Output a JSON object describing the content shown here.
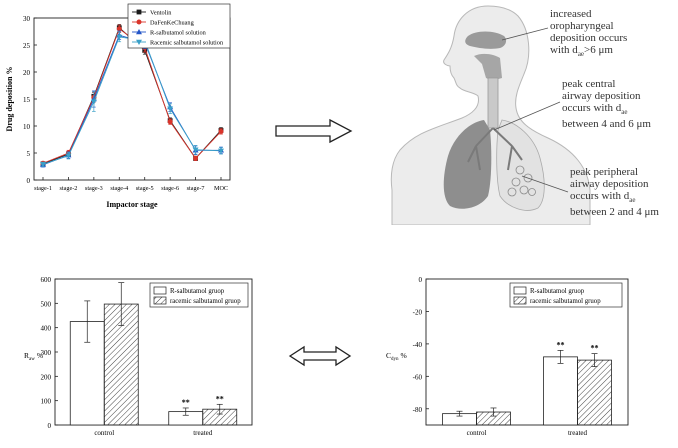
{
  "colors": {
    "ventolin": "#1a1a1a",
    "dafenkechuang": "#d9342b",
    "r_salbutamol": "#2456c8",
    "racemic": "#3aa0c8",
    "lung_gray": "#9a9a9a",
    "body_gray": "#e6e6e6"
  },
  "annotations": {
    "oropharyngeal": [
      "increased",
      "oropharyngeal",
      "deposition occurs",
      "with d",
      "ae",
      ">6 μm"
    ],
    "central": [
      "peak central",
      "airway deposition",
      "occurs with d",
      "ae",
      "between 4 and 6 μm"
    ],
    "peripheral": [
      "peak peripheral",
      "airway deposition",
      "occurs with d",
      "ae",
      "between 2 and 4 μm"
    ]
  },
  "chart_data": [
    {
      "type": "line",
      "xlabel": "Impactor stage",
      "ylabel": "Drug deposition %",
      "categories": [
        "stage-1",
        "stage-2",
        "stage-3",
        "stage-4",
        "stage-5",
        "stage-6",
        "stage-7",
        "MOC"
      ],
      "ylim": [
        0,
        30
      ],
      "yticks": [
        0,
        5,
        10,
        15,
        20,
        25,
        30
      ],
      "legend_position": "top-right",
      "series": [
        {
          "name": "Ventolin",
          "marker": "square",
          "values": [
            3.0,
            4.8,
            15.5,
            28.2,
            24.0,
            11.0,
            4.0,
            9.2
          ],
          "errors": [
            0.3,
            0.5,
            0.8,
            0.6,
            0.7,
            0.5,
            0.4,
            0.5
          ]
        },
        {
          "name": "DaFenKeChuang",
          "marker": "circle",
          "values": [
            3.1,
            5.0,
            15.3,
            28.0,
            24.5,
            10.8,
            4.0,
            9.0
          ],
          "errors": [
            0.3,
            0.5,
            0.9,
            0.7,
            0.8,
            0.5,
            0.4,
            0.5
          ]
        },
        {
          "name": "R-salbutamol solution",
          "marker": "triangle-up",
          "values": [
            2.8,
            4.6,
            15.0,
            26.8,
            25.5,
            13.5,
            5.5,
            5.5
          ],
          "errors": [
            0.4,
            0.6,
            1.5,
            0.8,
            1.2,
            0.8,
            0.8,
            0.6
          ]
        },
        {
          "name": "Racemic salbutamol solution",
          "marker": "triangle-down",
          "values": [
            2.9,
            4.5,
            14.5,
            26.5,
            25.8,
            13.2,
            5.6,
            5.4
          ],
          "errors": [
            0.4,
            0.6,
            1.8,
            0.9,
            1.3,
            0.9,
            0.8,
            0.6
          ]
        }
      ]
    },
    {
      "type": "bar",
      "ylabel": "R",
      "ylabel_sub": "aw",
      "ylabel_unit": "%",
      "categories": [
        "control",
        "treated"
      ],
      "ylim": [
        0,
        600
      ],
      "yticks": [
        0,
        100,
        200,
        300,
        400,
        500,
        600
      ],
      "legend_position": "top-right",
      "series": [
        {
          "name": "R-salbutamol gruop",
          "pattern": "none",
          "values": [
            425,
            55
          ],
          "errors": [
            85,
            15
          ]
        },
        {
          "name": "racemic salbutamol gruop",
          "pattern": "hatch",
          "values": [
            497,
            65
          ],
          "errors": [
            88,
            20
          ]
        }
      ],
      "significance": [
        "**",
        "**"
      ]
    },
    {
      "type": "bar",
      "ylabel": "C",
      "ylabel_sub": "dyn",
      "ylabel_unit": "%",
      "categories": [
        "control",
        "treated"
      ],
      "ylim": [
        -90,
        0
      ],
      "yticks": [
        -80,
        -60,
        -40,
        -20,
        0
      ],
      "legend_position": "top-right",
      "series": [
        {
          "name": "R-salbutamol gruop",
          "pattern": "none",
          "values": [
            -83,
            -48
          ],
          "errors": [
            1.5,
            4
          ]
        },
        {
          "name": "racemic salbutamol gruop",
          "pattern": "hatch",
          "values": [
            -82,
            -50
          ],
          "errors": [
            2.5,
            4
          ]
        }
      ],
      "significance": [
        "**",
        "**"
      ]
    }
  ]
}
